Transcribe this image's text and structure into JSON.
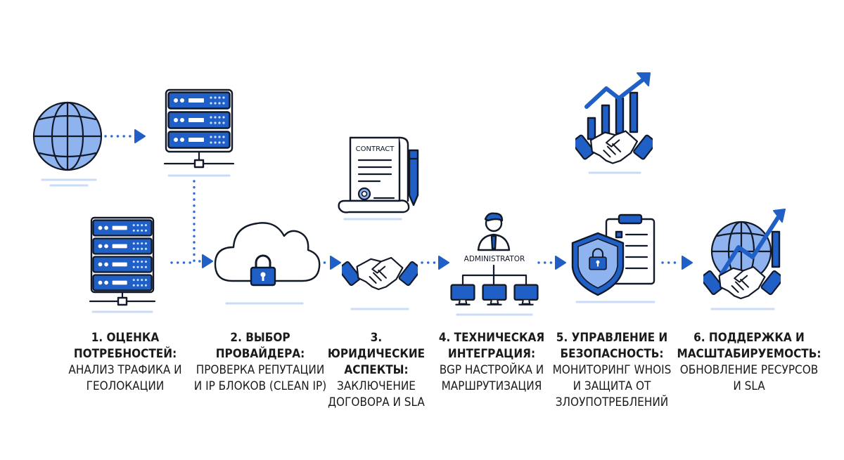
{
  "icons": {
    "contract_label": "CONTRACT",
    "admin_label": "ADMINISTRATOR"
  },
  "steps": [
    {
      "title": "1. Оценка потребностей:",
      "desc": "Анализ трафика и геолокации"
    },
    {
      "title": "2. Выбор провайдера:",
      "desc": "Проверка репутации и IP блоков (Clean IP)"
    },
    {
      "title": "3. Юридические аспекты:",
      "desc": "Заключение договора и SLA"
    },
    {
      "title": "4. Техническая интеграция:",
      "desc": "BGP настройка и маршрутизация"
    },
    {
      "title": "5. Управление и безопасность:",
      "desc": "Мониторинг WHOIS и защита от злоупотреблений"
    },
    {
      "title": "6. Поддержка и масштабируемость:",
      "desc": "Обновление ресурсов и SLA"
    }
  ],
  "colors": {
    "accent": "#1f5fc6",
    "accent_light": "#8fb3ee",
    "shadow": "#c9dbf6",
    "ink": "#111827"
  }
}
